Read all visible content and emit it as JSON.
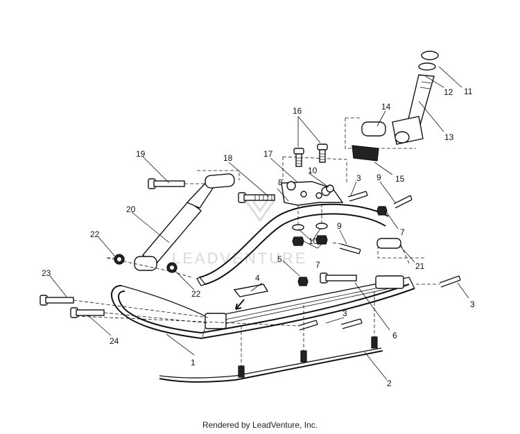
{
  "watermark": {
    "text": "LEADVENTURE"
  },
  "footer": {
    "text": "Rendered by LeadVenture, Inc."
  },
  "callouts": {
    "c1": "1",
    "c2": "2",
    "c3a": "3",
    "c3b": "3",
    "c3c": "3",
    "c4": "4",
    "c5": "5",
    "c6": "6",
    "c7a": "7",
    "c7b": "7",
    "c8": "8",
    "c9a": "9",
    "c9b": "9",
    "c10a": "10",
    "c10b": "10",
    "c11": "11",
    "c12": "12",
    "c13": "13",
    "c14": "14",
    "c15": "15",
    "c16": "16",
    "c17": "17",
    "c18": "18",
    "c19": "19",
    "c20": "20",
    "c21": "21",
    "c22a": "22",
    "c22b": "22",
    "c23": "23",
    "c24": "24"
  }
}
